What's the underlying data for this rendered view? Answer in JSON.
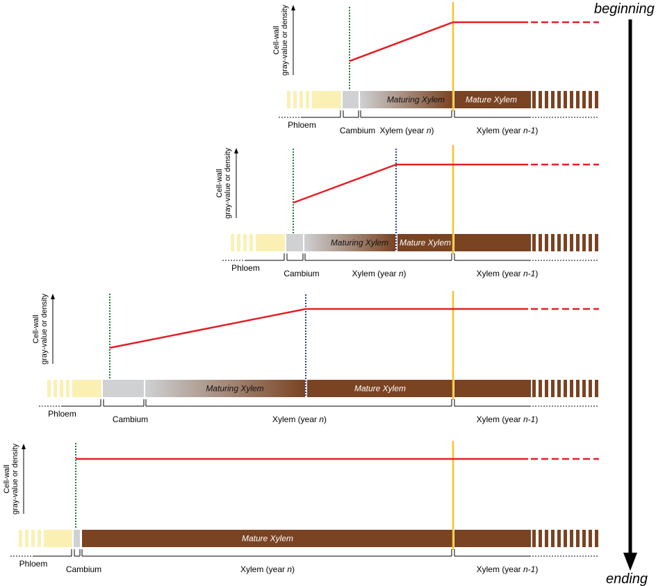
{
  "labels": {
    "beginning": "beginning",
    "ending": "ending",
    "ylabel_line1": "Cell-wall",
    "ylabel_line2": "gray-value or density",
    "phloem": "Phloem",
    "cambium": "Cambium",
    "xylem_year_n_prefix": "Xylem (year ",
    "xylem_year_n_var": "n",
    "xylem_year_n1_var": "n-1",
    "xylem_suffix": ")",
    "maturing_xylem": "Maturing Xylem",
    "mature_xylem": "Mature Xylem"
  },
  "colors": {
    "phloem": "#fbf0b4",
    "cambium": "#cfd1d3",
    "mature": "#7a4322",
    "density_line": "#e41e25",
    "cambium_marker": "#1a7a32",
    "maturation_marker": "#2b3a8c",
    "ring_boundary": "#f6c227"
  },
  "stages": [
    {
      "id": "stage-1",
      "has_maturing": true,
      "has_maturation_marker": false,
      "has_mature_year_n": false
    },
    {
      "id": "stage-2",
      "has_maturing": true,
      "has_maturation_marker": true,
      "has_mature_year_n": true
    },
    {
      "id": "stage-3",
      "has_maturing": true,
      "has_maturation_marker": true,
      "has_mature_year_n": true
    },
    {
      "id": "stage-4",
      "has_maturing": false,
      "has_maturation_marker": false,
      "has_mature_year_n": true
    }
  ]
}
